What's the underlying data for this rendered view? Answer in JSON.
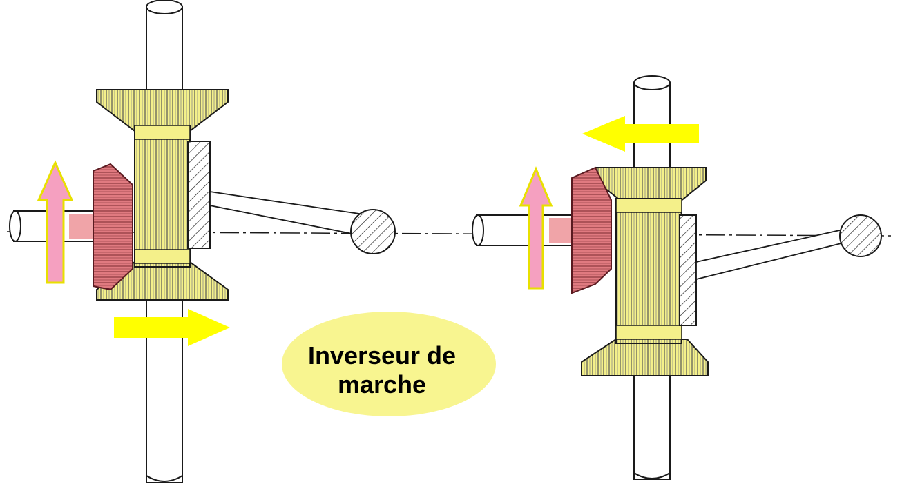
{
  "caption": {
    "line1": "Inverseur de",
    "line2": "marche"
  },
  "colors": {
    "gear_yellow": "#f4f08a",
    "pinion_red": "#e07a80",
    "arrow_pink": "#f5a0c0",
    "arrow_yellow": "#ffff00",
    "bubble_yellow": "#f8f590",
    "line_black": "#1a1a1a",
    "background": "#ffffff"
  },
  "assemblies": [
    {
      "name": "left-assembly",
      "sliding_direction": "right",
      "pinion_rotation_arrow": "up"
    },
    {
      "name": "right-assembly",
      "sliding_direction": "left",
      "pinion_rotation_arrow": "up"
    }
  ]
}
